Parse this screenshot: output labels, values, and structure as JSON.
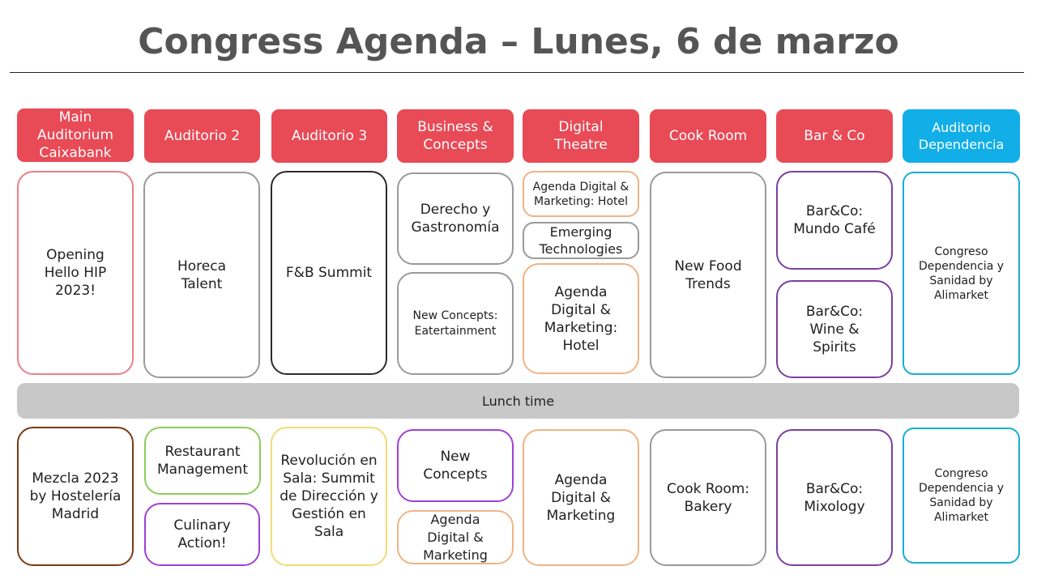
{
  "title": "Congress Agenda – Lunes, 6 de marzo",
  "headers": [
    "Main Auditorium Caixabank",
    "Auditorio 2",
    "Auditorio 3",
    "Business & Concepts",
    "Digital Theatre",
    "Cook Room",
    "Bar & Co",
    "Auditorio Dependencia"
  ],
  "morning": {
    "main_auditorium": "Opening Hello HIP 2023!",
    "auditorio_2": "Horeca Talent",
    "auditorio_3": "F&B Summit",
    "business_1": "Derecho y Gastronomía",
    "business_2": "New Concepts: Eatertainment",
    "digital_1": "Agenda Digital & Marketing: Hotel",
    "digital_2": "Emerging Technologies",
    "digital_3": "Agenda Digital & Marketing: Hotel",
    "cook_room": "New Food Trends",
    "bar_1": "Bar&Co: Mundo Café",
    "bar_2": "Bar&Co: Wine & Spirits",
    "dependencia": "Congreso Dependencia y Sanidad by Alimarket"
  },
  "lunch": "Lunch time",
  "afternoon": {
    "main_auditorium": "Mezcla 2023 by Hostelería Madrid",
    "auditorio_2_1": "Restaurant Management",
    "auditorio_2_2": "Culinary Action!",
    "auditorio_3": "Revolución en Sala: Summit de Dirección y Gestión en Sala",
    "business_1": "New Concepts",
    "business_2": "Agenda Digital & Marketing",
    "digital": "Agenda Digital & Marketing",
    "cook_room": "Cook Room: Bakery",
    "bar": "Bar&Co: Mixology",
    "dependencia": "Congreso Dependencia y Sanidad by Alimarket"
  },
  "colors": {
    "header_red": "#e84a56",
    "header_blue": "#12aee8",
    "lunch_bar": "#c8c8c8"
  }
}
